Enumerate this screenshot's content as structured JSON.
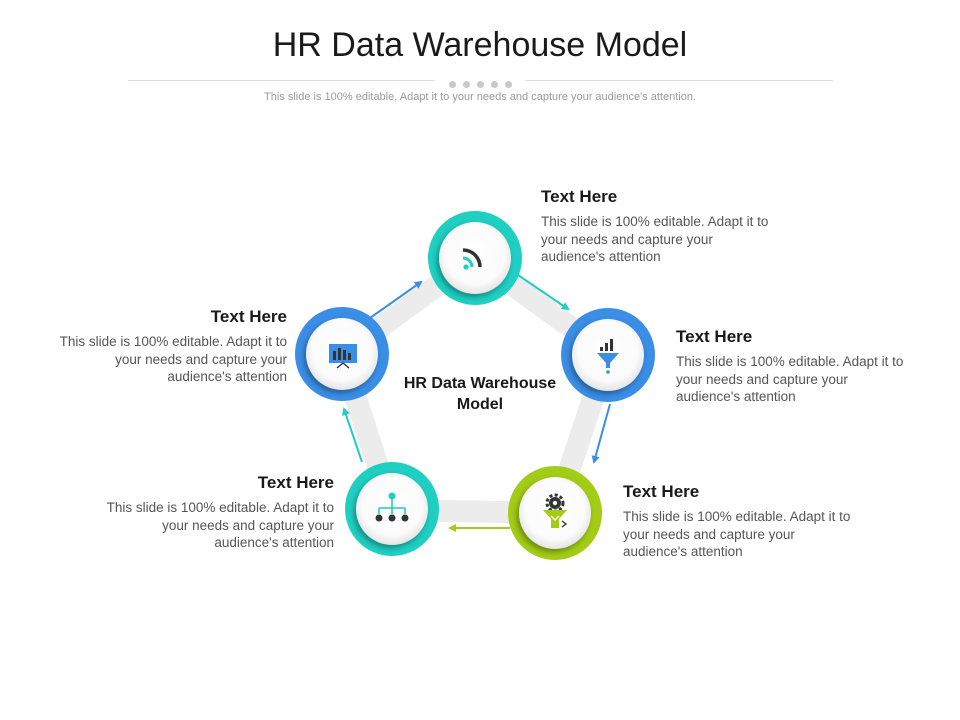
{
  "header": {
    "title": "HR Data Warehouse Model",
    "subtitle": "This slide is 100% editable, Adapt it to your needs and capture your audience's attention."
  },
  "diagram": {
    "center_label": "HR Data Warehouse Model",
    "nodes": [
      {
        "id": "top",
        "heading": "Text Here",
        "body": "This slide is 100% editable. Adapt it to your needs and capture your audience's attention",
        "icon": "rss-icon",
        "color": "#1ecfc2"
      },
      {
        "id": "right",
        "heading": "Text Here",
        "body": "This slide is 100% editable. Adapt it to your needs and capture your audience's attention",
        "icon": "funnel-chart-icon",
        "color": "#3a8ee6"
      },
      {
        "id": "bottom-right",
        "heading": "Text Here",
        "body": "This slide is 100% editable. Adapt it to your needs and capture your audience's attention",
        "icon": "gear-funnel-icon",
        "color": "#a3cc16"
      },
      {
        "id": "bottom-left",
        "heading": "Text Here",
        "body": "This slide is 100% editable. Adapt it to your needs and capture your audience's attention",
        "icon": "org-chart-icon",
        "color": "#1ecfc2"
      },
      {
        "id": "left",
        "heading": "Text Here",
        "body": "This slide is 100% editable. Adapt it to your needs and capture your audience's attention",
        "icon": "presentation-board-icon",
        "color": "#3a8ee6"
      }
    ]
  }
}
